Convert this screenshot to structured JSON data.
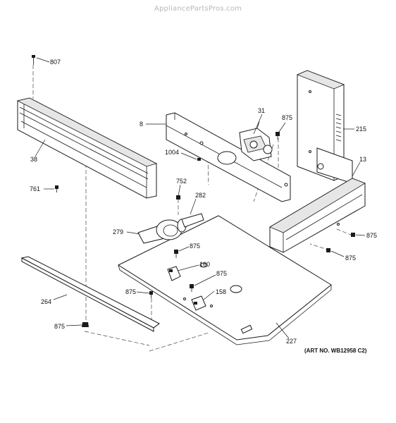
{
  "watermark": "AppliancePartsPros.com",
  "art_number": "(ART NO. WB12958 C2)",
  "callouts": {
    "c807": "807",
    "c38": "38",
    "c761": "761",
    "c8": "8",
    "c1004": "1004",
    "c31": "31",
    "c875_top": "875",
    "c215": "215",
    "c13": "13",
    "c752": "752",
    "c282": "282",
    "c279": "279",
    "c875_a": "875",
    "c875_b": "875",
    "c875_c": "875",
    "c160": "160",
    "c875_d": "875",
    "c875_e": "875",
    "c158": "158",
    "c264": "264",
    "c875_f": "875",
    "c227": "227"
  }
}
